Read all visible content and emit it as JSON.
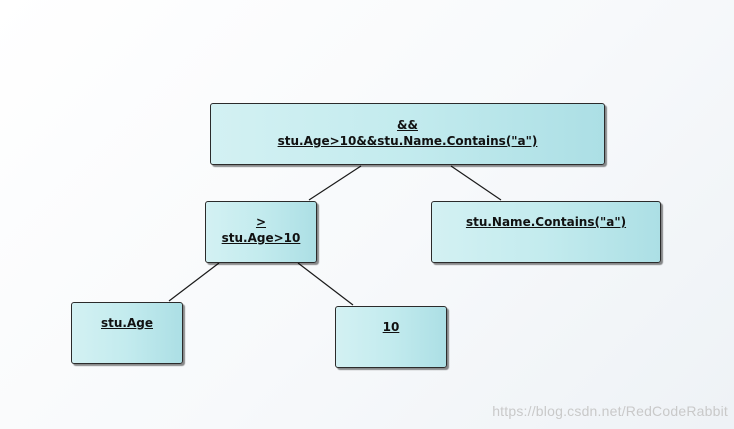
{
  "nodes": {
    "root": {
      "operator": "&&",
      "expression": "stu.Age>10&&stu.Name.Contains(\"a\")"
    },
    "gt": {
      "operator": ">",
      "expression": "stu.Age>10"
    },
    "contains": {
      "expression": "stu.Name.Contains(\"a\")"
    },
    "age": {
      "expression": "stu.Age"
    },
    "ten": {
      "expression": "10"
    }
  },
  "watermark": "https://blog.csdn.net/RedCodeRabbit",
  "colors": {
    "node_fill_light": "#d3f1f3",
    "node_fill_dark": "#acdfe5",
    "node_border": "#2b2b2b",
    "edge": "#1a1a1a"
  }
}
